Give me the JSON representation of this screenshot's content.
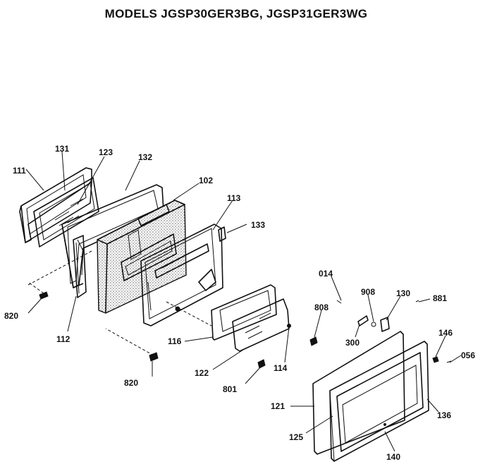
{
  "title": "MODELS JGSP30GER3BG, JGSP31GER3WG",
  "callouts": [
    {
      "id": "111",
      "label": "111"
    },
    {
      "id": "131",
      "label": "131"
    },
    {
      "id": "123",
      "label": "123"
    },
    {
      "id": "132",
      "label": "132"
    },
    {
      "id": "102",
      "label": "102"
    },
    {
      "id": "113",
      "label": "113"
    },
    {
      "id": "133",
      "label": "133"
    },
    {
      "id": "820a",
      "label": "820"
    },
    {
      "id": "112",
      "label": "112"
    },
    {
      "id": "014",
      "label": "014"
    },
    {
      "id": "908",
      "label": "908"
    },
    {
      "id": "130",
      "label": "130"
    },
    {
      "id": "881",
      "label": "881"
    },
    {
      "id": "808",
      "label": "808"
    },
    {
      "id": "116",
      "label": "116"
    },
    {
      "id": "300",
      "label": "300"
    },
    {
      "id": "146",
      "label": "146"
    },
    {
      "id": "056",
      "label": "056"
    },
    {
      "id": "820b",
      "label": "820"
    },
    {
      "id": "122",
      "label": "122"
    },
    {
      "id": "114",
      "label": "114"
    },
    {
      "id": "801",
      "label": "801"
    },
    {
      "id": "121",
      "label": "121"
    },
    {
      "id": "136",
      "label": "136"
    },
    {
      "id": "125",
      "label": "125"
    },
    {
      "id": "140",
      "label": "140"
    }
  ]
}
